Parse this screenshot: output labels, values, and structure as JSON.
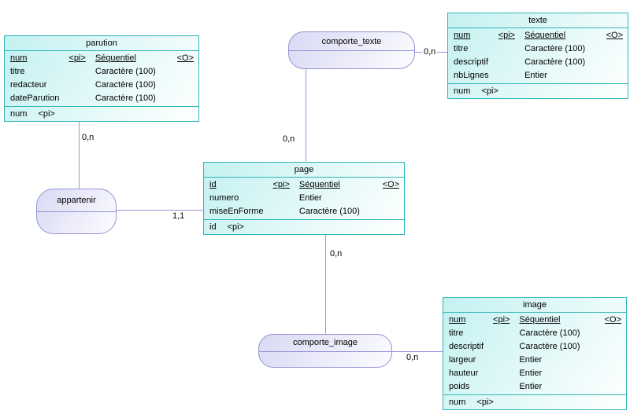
{
  "colors": {
    "entity_border": "#2fb6b6",
    "entity_fill_start": "#c4f1f1",
    "entity_fill_end": "#ffffff",
    "relation_border": "#9494d6",
    "relation_fill_start": "#d9d9f4",
    "relation_fill_end": "#fcfcff",
    "connector": "#9898dc"
  },
  "entities": [
    {
      "title": "parution",
      "attributes": [
        {
          "name": "num",
          "pi": "<pi>",
          "type": "Séquentiel",
          "o": "<O>",
          "identifier": true
        },
        {
          "name": "titre",
          "pi": "",
          "type": "Caractère (100)",
          "o": ""
        },
        {
          "name": "redacteur",
          "pi": "",
          "type": "Caractère (100)",
          "o": ""
        },
        {
          "name": "dateParution",
          "pi": "",
          "type": "Caractère (100)",
          "o": ""
        }
      ],
      "footer": {
        "name": "num",
        "pi": "<pi>"
      }
    },
    {
      "title": "texte",
      "attributes": [
        {
          "name": "num",
          "pi": "<pi>",
          "type": "Séquentiel",
          "o": "<O>",
          "identifier": true
        },
        {
          "name": "titre",
          "pi": "",
          "type": "Caractère (100)",
          "o": ""
        },
        {
          "name": "descriptif",
          "pi": "",
          "type": "Caractère (100)",
          "o": ""
        },
        {
          "name": "nbLignes",
          "pi": "",
          "type": "Entier",
          "o": ""
        }
      ],
      "footer": {
        "name": "num",
        "pi": "<pi>"
      }
    },
    {
      "title": "page",
      "attributes": [
        {
          "name": "id",
          "pi": "<pi>",
          "type": "Séquentiel",
          "o": "<O>",
          "identifier": true
        },
        {
          "name": "numero",
          "pi": "",
          "type": "Entier",
          "o": ""
        },
        {
          "name": "miseEnForme",
          "pi": "",
          "type": "Caractère (100)",
          "o": ""
        }
      ],
      "footer": {
        "name": "id",
        "pi": "<pi>"
      }
    },
    {
      "title": "image",
      "attributes": [
        {
          "name": "num",
          "pi": "<pi>",
          "type": "Séquentiel",
          "o": "<O>",
          "identifier": true
        },
        {
          "name": "titre",
          "pi": "",
          "type": "Caractère (100)",
          "o": ""
        },
        {
          "name": "descriptif",
          "pi": "",
          "type": "Caractère (100)",
          "o": ""
        },
        {
          "name": "largeur",
          "pi": "",
          "type": "Entier",
          "o": ""
        },
        {
          "name": "hauteur",
          "pi": "",
          "type": "Entier",
          "o": ""
        },
        {
          "name": "poids",
          "pi": "",
          "type": "Entier",
          "o": ""
        }
      ],
      "footer": {
        "name": "num",
        "pi": "<pi>"
      }
    }
  ],
  "relationships": [
    {
      "label": "comporte_texte"
    },
    {
      "label": "appartenir"
    },
    {
      "label": "comporte_image"
    }
  ],
  "cardinalities": [
    {
      "label": "0,n",
      "link": "parution-appartenir"
    },
    {
      "label": "0,n",
      "link": "comporte_texte-page"
    },
    {
      "label": "0,n",
      "link": "comporte_texte-texte"
    },
    {
      "label": "1,1",
      "link": "appartenir-page"
    },
    {
      "label": "0,n",
      "link": "page-comporte_image"
    },
    {
      "label": "0,n",
      "link": "comporte_image-image"
    }
  ]
}
